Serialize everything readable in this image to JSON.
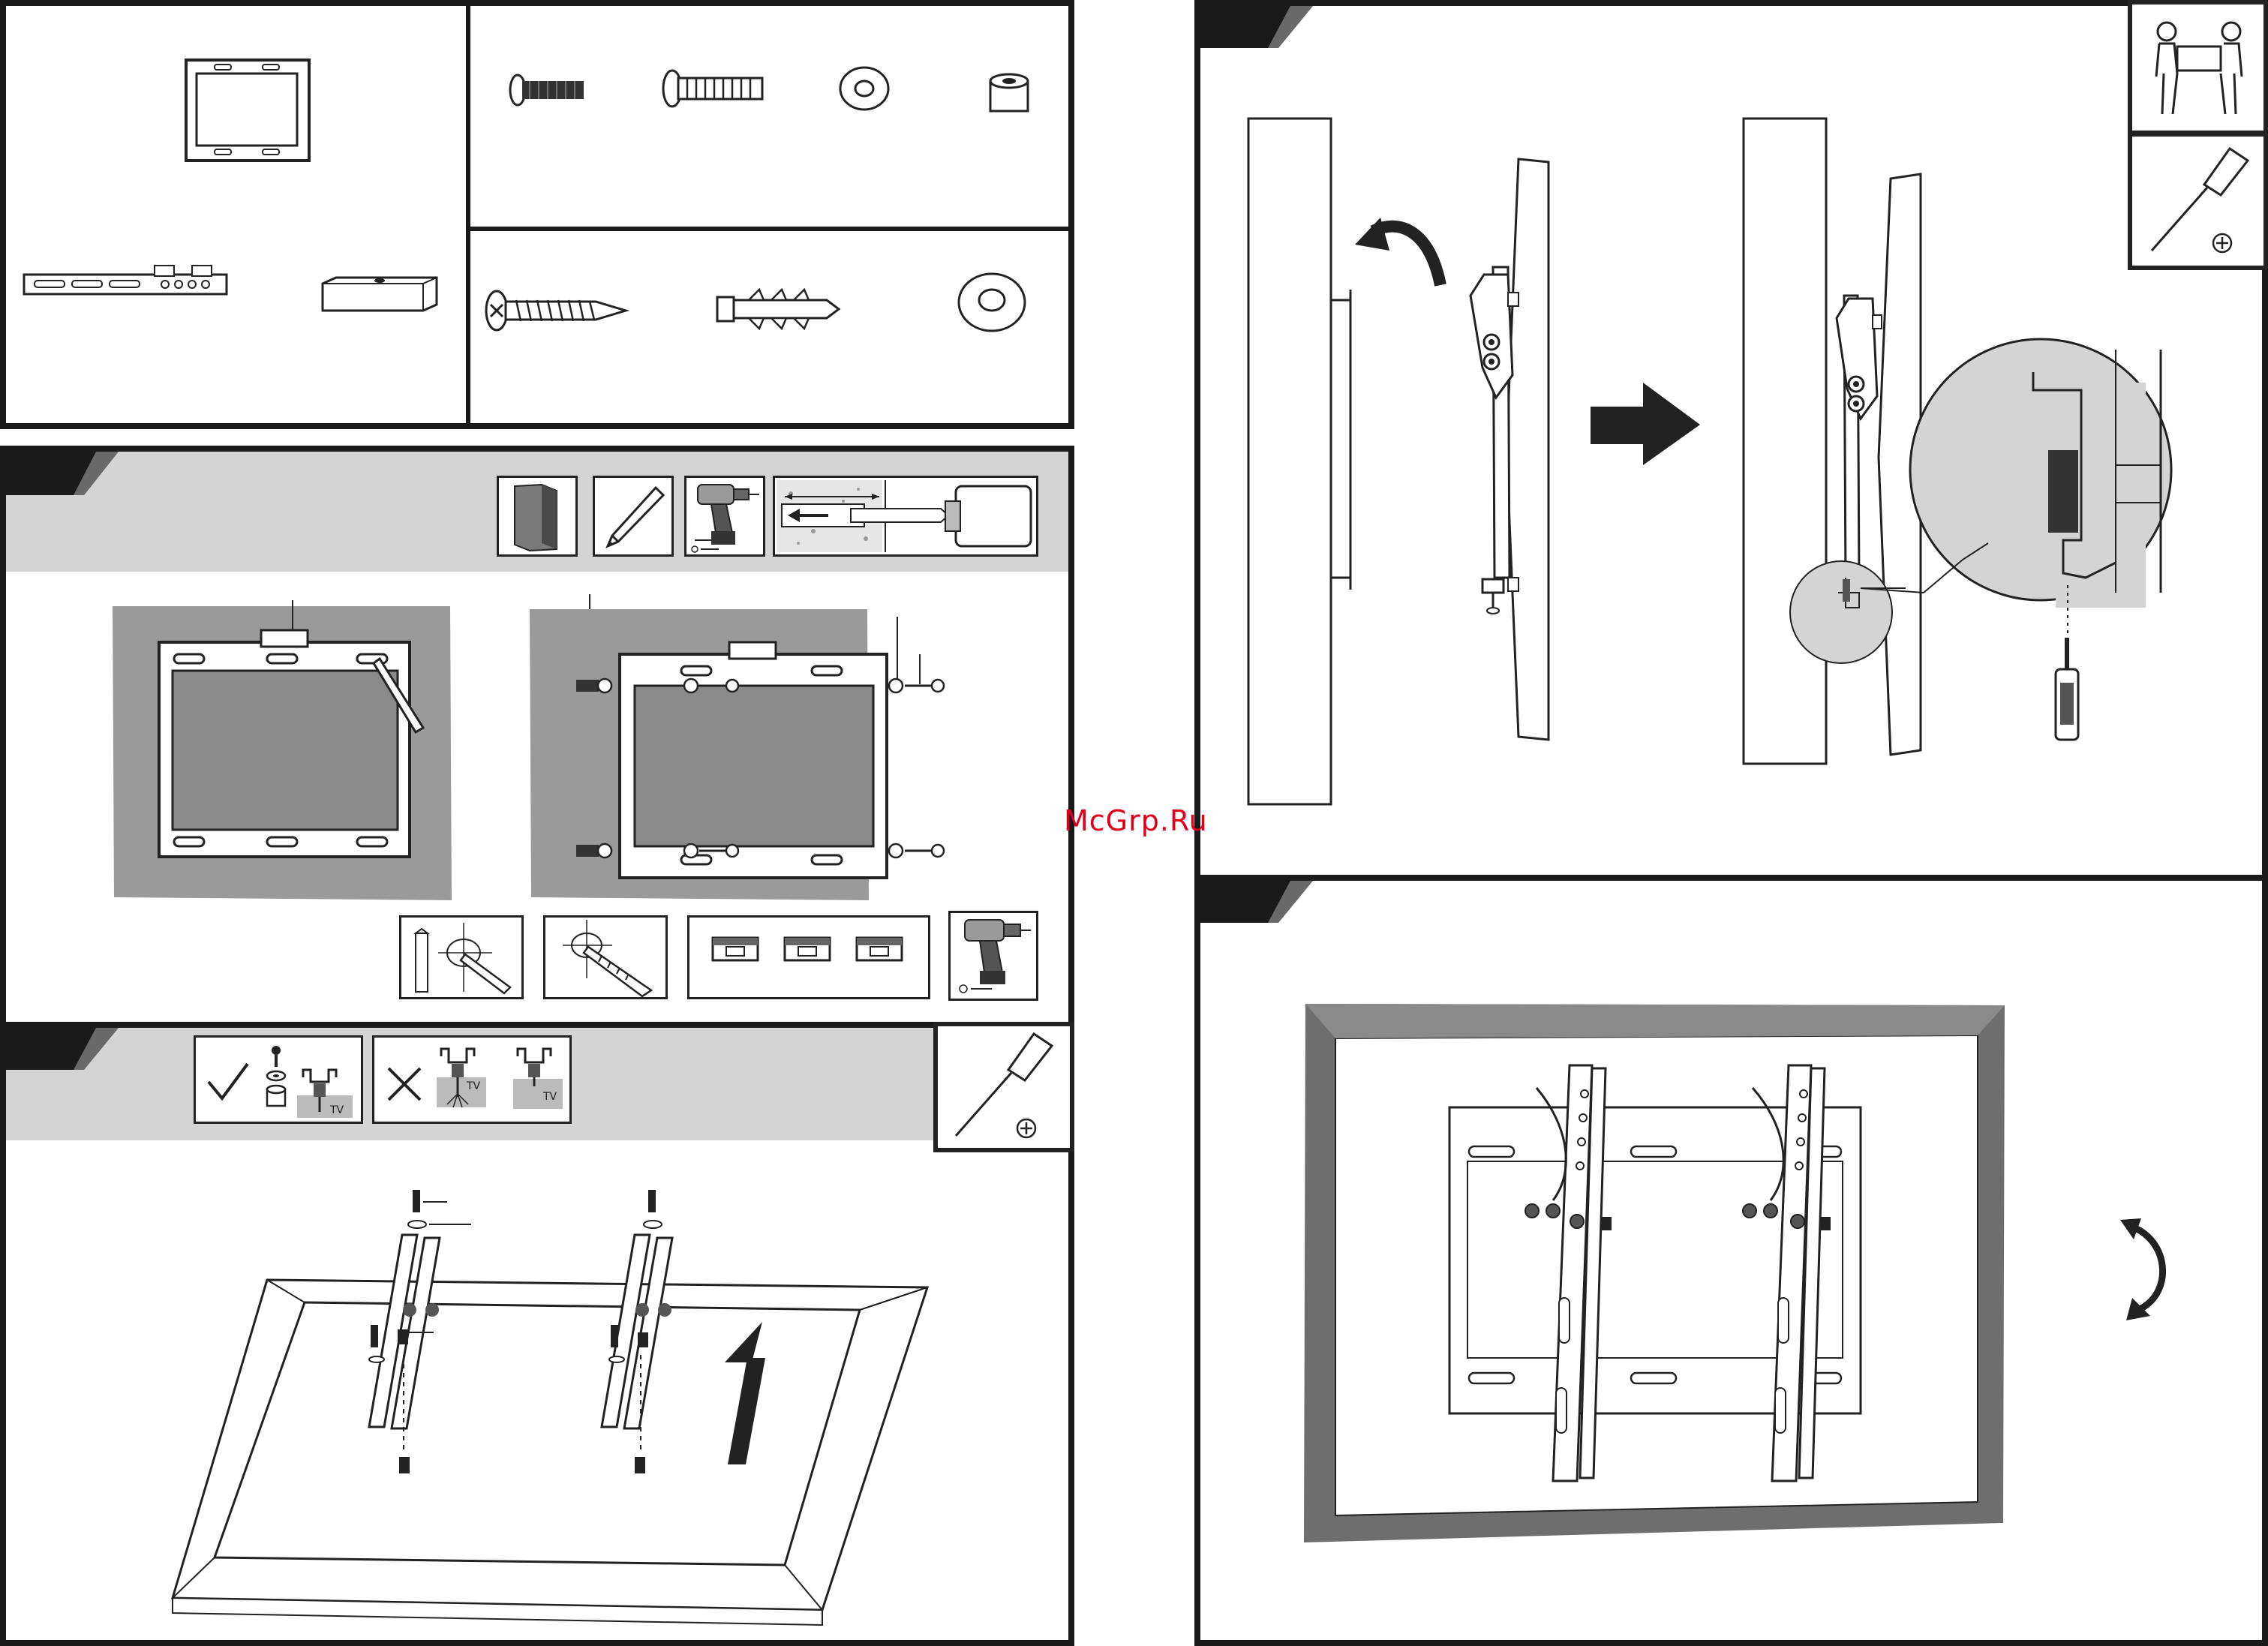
{
  "watermark": "McGrp.Ru",
  "icons": {
    "two_person": "two-person-lift-icon",
    "screwdriver": "phillips-screwdriver-icon",
    "drill": "power-drill-icon",
    "pencil": "pencil-icon",
    "level": "spirit-level-icon",
    "check": "check-mark-icon",
    "cross": "cross-mark-icon"
  },
  "labels": {
    "tv_ok": "TV",
    "tv_bad_1": "TV",
    "tv_bad_2": "TV"
  },
  "colors": {
    "line": "#1a1a1a",
    "strip": "#d4d4d4",
    "wall": "#9a9a9a",
    "frame": "#6e6e6e",
    "watermark": "#e0001a"
  }
}
